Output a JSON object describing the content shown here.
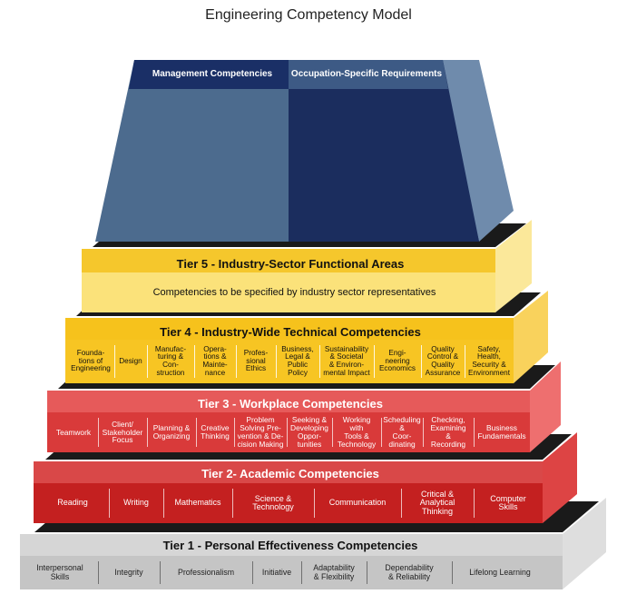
{
  "title": "Engineering Competency Model",
  "top": {
    "left_label": "Management Competencies",
    "right_label": "Occupation-Specific Requirements"
  },
  "tiers": [
    {
      "id": "tier5",
      "title": "Tier 5 - Industry-Sector Functional Areas",
      "note": "Competencies to be specified by industry sector representatives",
      "items": []
    },
    {
      "id": "tier4",
      "title": "Tier 4 - Industry-Wide Technical Competencies",
      "items": [
        "Founda-\ntions of\nEngineering",
        "Design",
        "Manufac-\nturing &\nCon-\nstruction",
        "Opera-\ntions &\nMainte-\nnance",
        "Profes-\nsional\nEthics",
        "Business,\nLegal &\nPublic\nPolicy",
        "Sustainability\n& Societal\n& Environ-\nmental Impact",
        "Engi-\nneering\nEconomics",
        "Quality\nControl &\nQuality\nAssurance",
        "Safety,\nHealth,\nSecurity &\nEnvironment"
      ]
    },
    {
      "id": "tier3",
      "title": "Tier 3 - Workplace Competencies",
      "items": [
        "Teamwork",
        "Client/\nStakeholder\nFocus",
        "Planning &\nOrganizing",
        "Creative\nThinking",
        "Problem\nSolving Pre-\nvention & De-\ncision Making",
        "Seeking &\nDeveloping\nOppor-\ntunities",
        "Working\nwith\nTools &\nTechnology",
        "Scheduling\n&\nCoor-\ndinating",
        "Checking,\nExamining\n&\nRecording",
        "Business\nFundamentals"
      ]
    },
    {
      "id": "tier2",
      "title": "Tier 2- Academic Competencies",
      "items": [
        "Reading",
        "Writing",
        "Mathematics",
        "Science &\nTechnology",
        "Communication",
        "Critical &\nAnalytical\nThinking",
        "Computer\nSkills"
      ]
    },
    {
      "id": "tier1",
      "title": "Tier 1 - Personal Effectiveness Competencies",
      "items": [
        "Interpersonal\nSkills",
        "Integrity",
        "Professionalism",
        "Initiative",
        "Adaptability\n& Flexibility",
        "Dependability\n& Reliability",
        "Lifelong Learning"
      ]
    }
  ],
  "colors": {
    "mgmt_face": "#4c6b8e",
    "mgmt_header": "#1a2f66",
    "occ_face": "#1b2d5e",
    "occ_header": "#3d5a85",
    "top_side": "#6f8bac",
    "tier5_band": "#f5c72c",
    "tier5_face": "#fbe27a",
    "tier5_side": "#fbe89a",
    "tier4_band": "#f6c21c",
    "tier4_face": "#f7c523",
    "tier4_side": "#f9d25c",
    "tier3_band": "#e65a5a",
    "tier3_face": "#d93a3a",
    "tier3_side": "#ee6f6f",
    "tier2_band": "#d94848",
    "tier2_face": "#c42020",
    "tier2_side": "#dd4444",
    "tier1_band": "#d6d6d6",
    "tier1_face": "#c5c5c5",
    "tier1_side": "#dedede",
    "shadow": "#1a1a1a"
  }
}
